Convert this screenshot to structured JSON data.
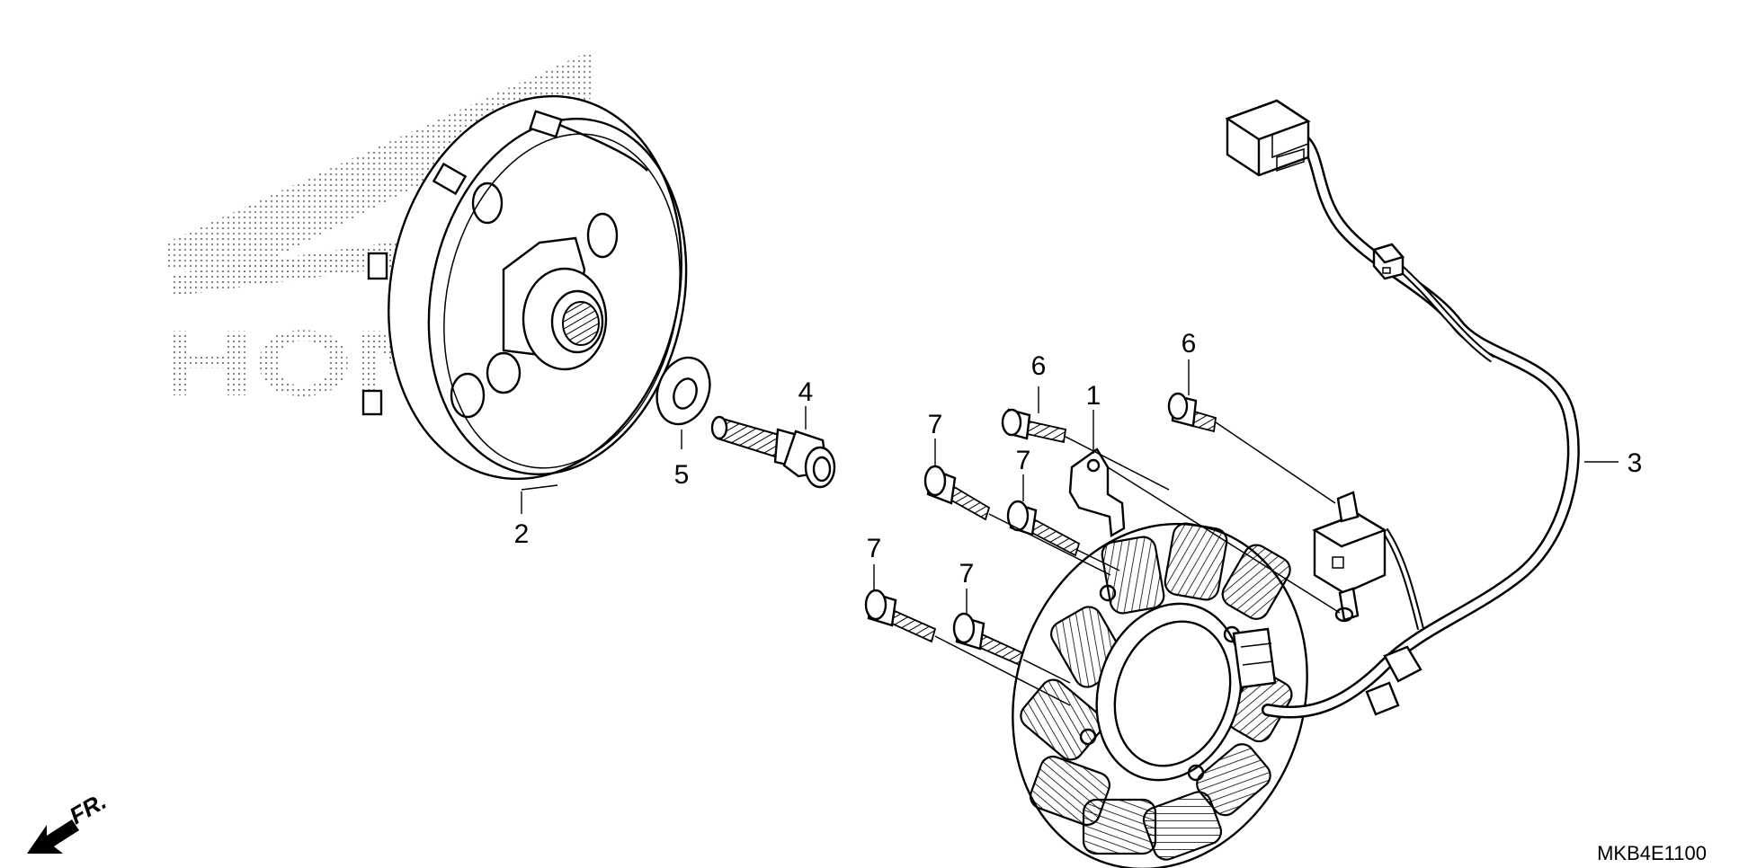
{
  "diagram": {
    "callouts": [
      {
        "id": "1",
        "text": "1"
      },
      {
        "id": "2",
        "text": "2"
      },
      {
        "id": "3",
        "text": "3"
      },
      {
        "id": "4",
        "text": "4"
      },
      {
        "id": "5",
        "text": "5"
      },
      {
        "id": "6a",
        "text": "6"
      },
      {
        "id": "6b",
        "text": "6"
      },
      {
        "id": "7a",
        "text": "7"
      },
      {
        "id": "7b",
        "text": "7"
      },
      {
        "id": "7c",
        "text": "7"
      },
      {
        "id": "7d",
        "text": "7"
      }
    ],
    "front_arrow_label": "FR.",
    "diagram_code": "MKB4E1100",
    "watermark_text": "HONDA"
  }
}
